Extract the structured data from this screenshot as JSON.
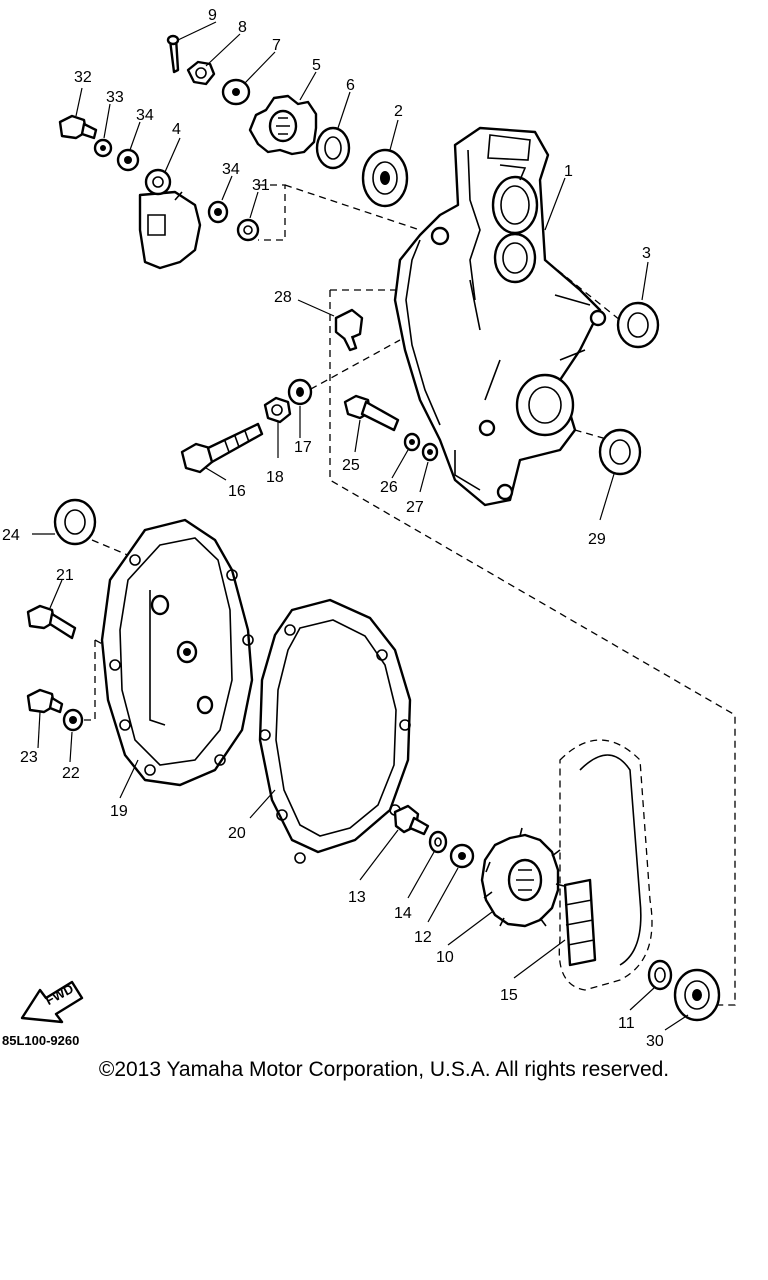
{
  "diagram": {
    "part_numbers": [
      "1",
      "2",
      "3",
      "4",
      "5",
      "6",
      "7",
      "8",
      "9",
      "10",
      "11",
      "12",
      "13",
      "14",
      "15",
      "16",
      "17",
      "18",
      "19",
      "20",
      "21",
      "22",
      "23",
      "24",
      "25",
      "26",
      "27",
      "28",
      "29",
      "30",
      "31",
      "32",
      "33",
      "34",
      "34"
    ],
    "drawing_code": "85L100-9260",
    "fwd_label": "FWD",
    "copyright": "©2013 Yamaha Motor Corporation, U.S.A. All rights reserved."
  }
}
